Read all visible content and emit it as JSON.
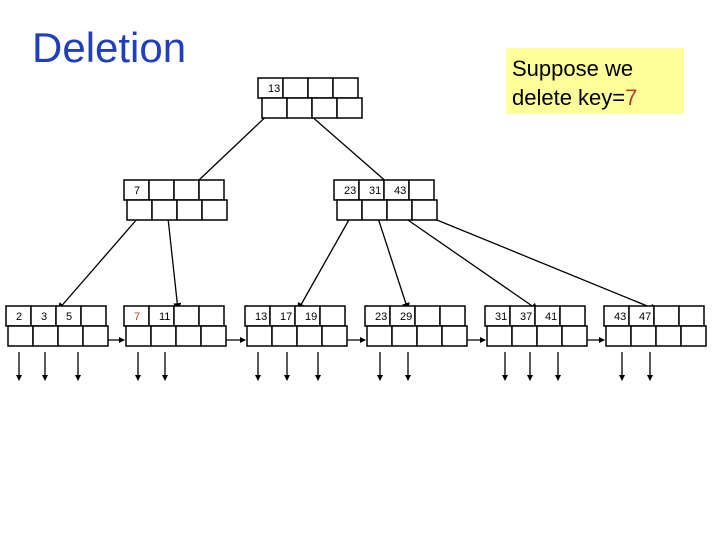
{
  "slide": {
    "title": "Deletion"
  },
  "note": {
    "prefix": "Suppose we delete key=",
    "highlight": "7"
  },
  "colors": {
    "title": "#1f3fbf",
    "note_bg": "#ffff99",
    "deleted_key": "#c0392b"
  },
  "tree": {
    "root": {
      "keys": [
        "13"
      ]
    },
    "internal": [
      {
        "keys": [
          "7"
        ]
      },
      {
        "keys": [
          "23",
          "31",
          "43"
        ]
      }
    ],
    "leaves": [
      {
        "keys": [
          "2",
          "3",
          "5"
        ]
      },
      {
        "keys": [
          "7",
          "11"
        ]
      },
      {
        "keys": [
          "13",
          "17",
          "19"
        ]
      },
      {
        "keys": [
          "23",
          "29"
        ]
      },
      {
        "keys": [
          "31",
          "37",
          "41"
        ]
      },
      {
        "keys": [
          "43",
          "47"
        ]
      }
    ],
    "deleted_key": "7"
  }
}
